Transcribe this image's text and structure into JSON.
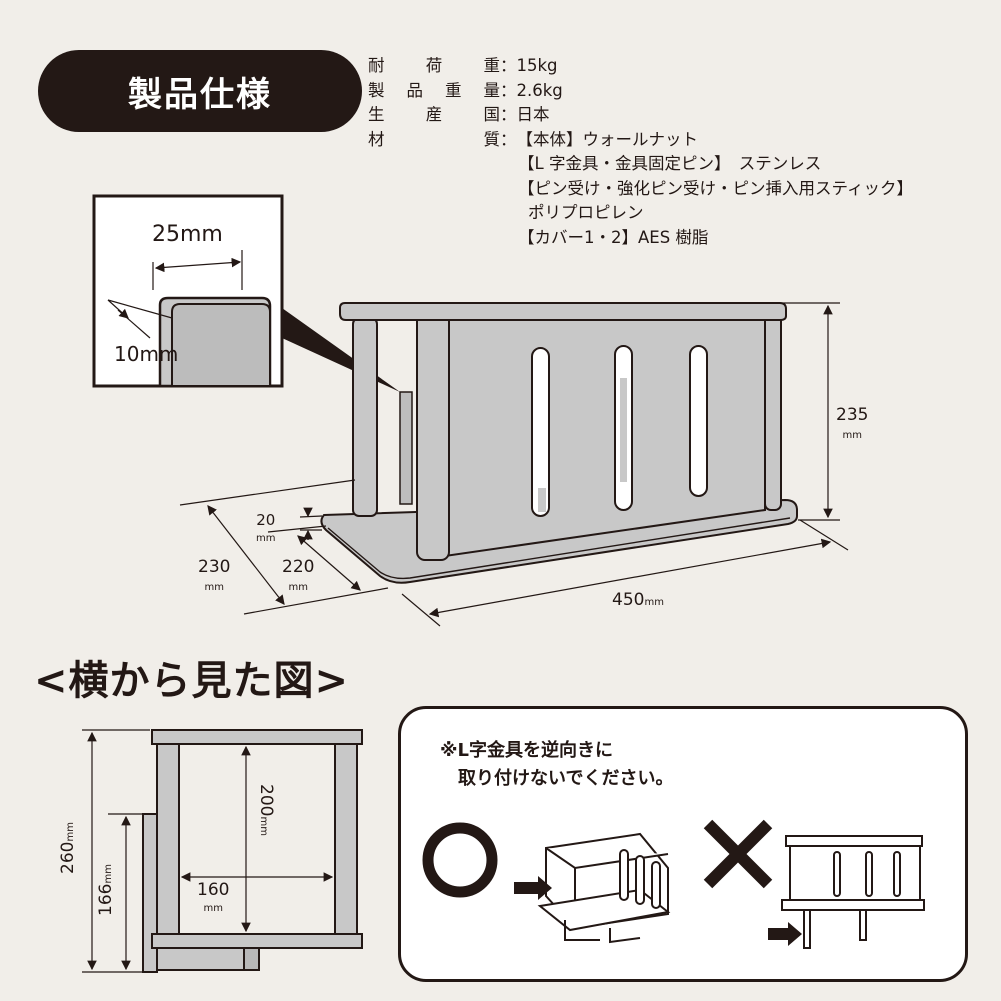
{
  "header": {
    "title": "製品仕様"
  },
  "specs": [
    {
      "label": [
        "耐",
        "荷",
        "重"
      ],
      "value": "15kg"
    },
    {
      "label": [
        "製",
        "品",
        "重",
        "量"
      ],
      "value": "2.6kg"
    },
    {
      "label": [
        "生",
        "産",
        "国"
      ],
      "value": "日本"
    },
    {
      "label": [
        "材",
        "質"
      ],
      "value": "【本体】ウォールナット"
    }
  ],
  "materials_extra": [
    "【L 字金具・金具固定ピン】　ステンレス",
    "【ピン受け・強化ピン受け・ピン挿入用スティック】",
    "ポリプロピレン",
    "【カバー1・2】AES 樹脂"
  ],
  "detail": {
    "width": "25mm",
    "thickness": "10mm"
  },
  "dimensions": {
    "height": "235",
    "height_unit": "mm",
    "width": "450",
    "width_unit": "mm",
    "depth_outer": "230",
    "depth_outer_unit": "mm",
    "depth_inner": "220",
    "depth_inner_unit": "mm",
    "base_thickness": "20",
    "base_thickness_unit": "mm"
  },
  "side_view": {
    "title": "<横から見た図>",
    "total_height": "260",
    "total_height_unit": "mm",
    "bracket_height": "166",
    "bracket_height_unit": "mm",
    "inner_height": "200",
    "inner_height_unit": "mm",
    "inner_depth": "160",
    "inner_depth_unit": "mm"
  },
  "note": {
    "line1": "※L字金具を逆向きに",
    "line2": "取り付けないでください。",
    "ok_symbol": "○",
    "ng_symbol": "×"
  }
}
